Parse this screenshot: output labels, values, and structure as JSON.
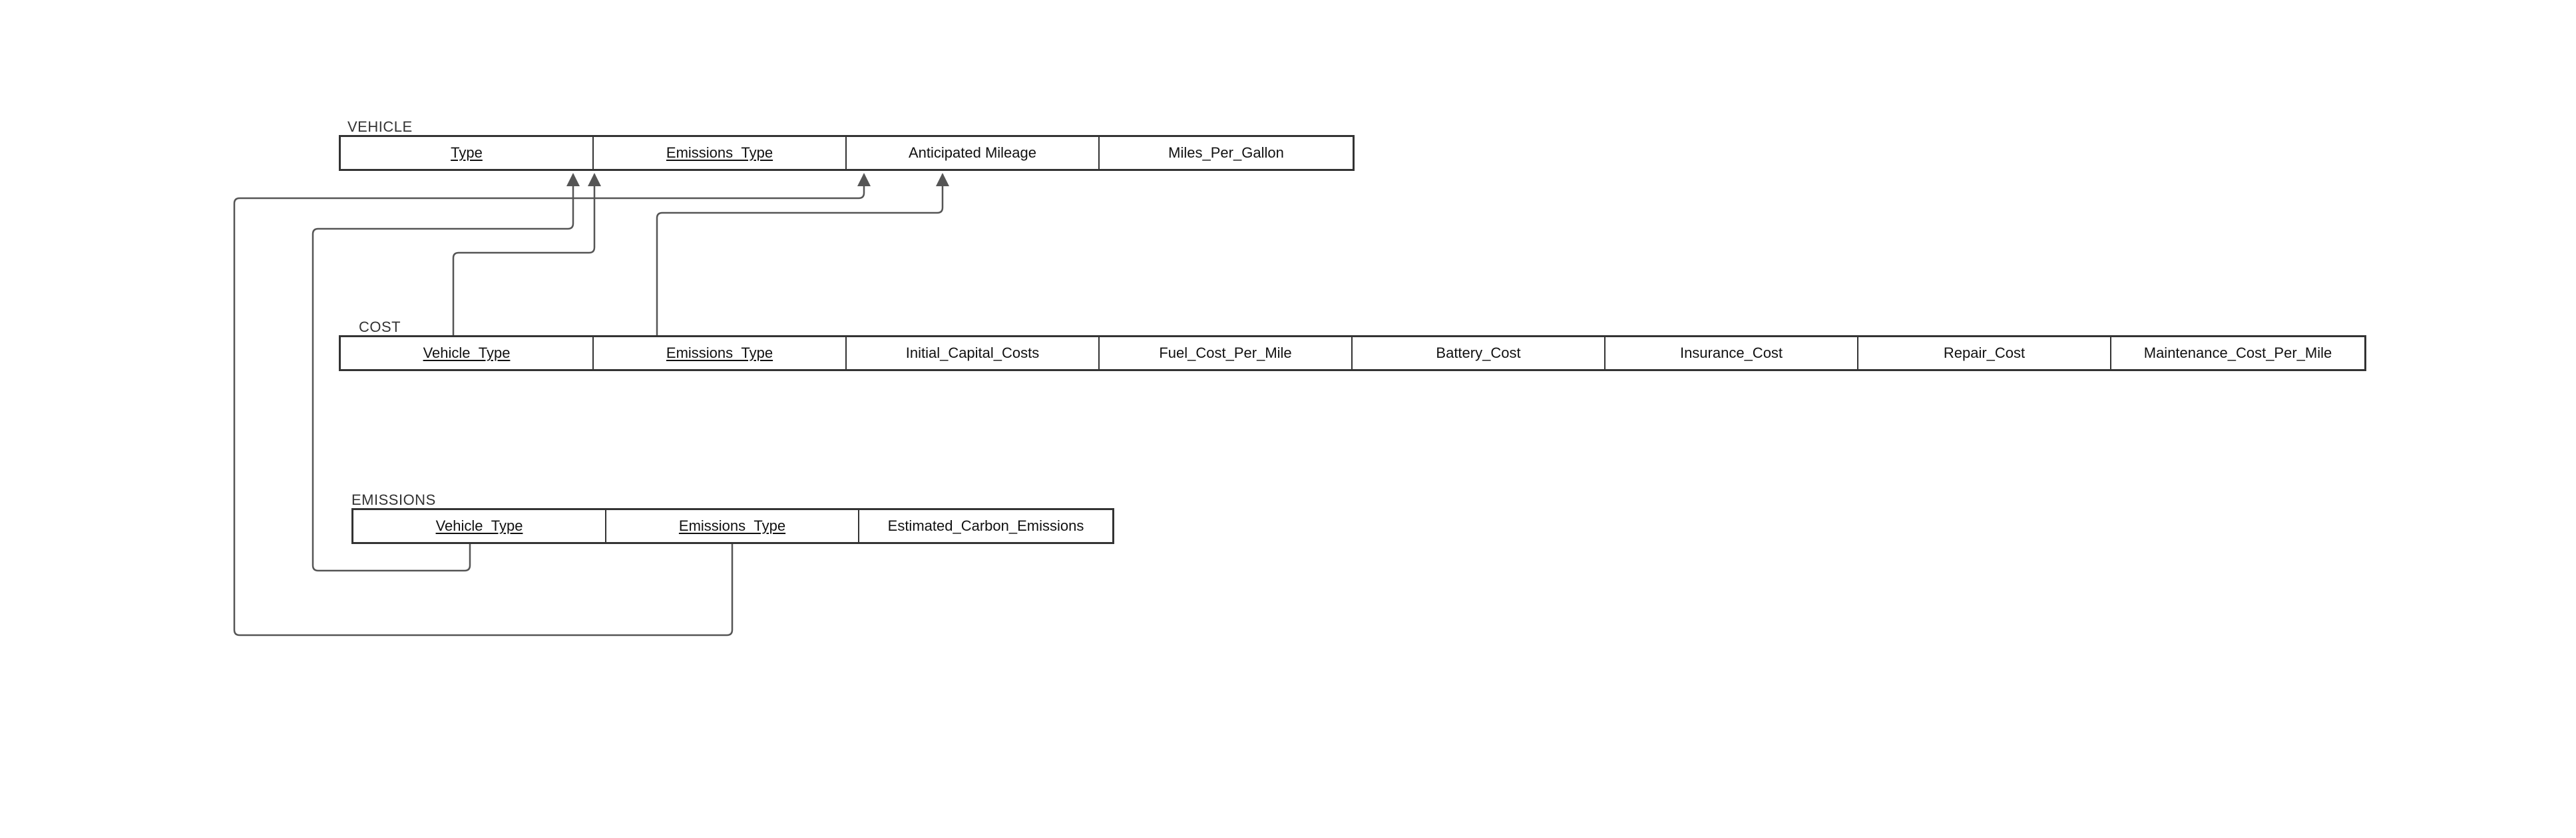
{
  "tables": {
    "vehicle": {
      "title": "VEHICLE",
      "columns": [
        {
          "label": "Type",
          "key": true
        },
        {
          "label": "Emissions_Type",
          "key": true
        },
        {
          "label": "Anticipated Mileage",
          "key": false
        },
        {
          "label": "Miles_Per_Gallon",
          "key": false
        }
      ]
    },
    "cost": {
      "title": "COST",
      "columns": [
        {
          "label": "Vehicle_Type",
          "key": true
        },
        {
          "label": "Emissions_Type",
          "key": true
        },
        {
          "label": "Initial_Capital_Costs",
          "key": false
        },
        {
          "label": "Fuel_Cost_Per_Mile",
          "key": false
        },
        {
          "label": "Battery_Cost",
          "key": false
        },
        {
          "label": "Insurance_Cost",
          "key": false
        },
        {
          "label": "Repair_Cost",
          "key": false
        },
        {
          "label": "Maintenance_Cost_Per_Mile",
          "key": false
        }
      ]
    },
    "emissions": {
      "title": "EMISSIONS",
      "columns": [
        {
          "label": "Vehicle_Type",
          "key": true
        },
        {
          "label": "Emissions_Type",
          "key": true
        },
        {
          "label": "Estimated_Carbon_Emissions",
          "key": false
        }
      ]
    }
  },
  "relationships": [
    {
      "from": "COST.Vehicle_Type",
      "to": "VEHICLE.Emissions_Type"
    },
    {
      "from": "COST.Emissions_Type",
      "to": "VEHICLE.Anticipated Mileage"
    },
    {
      "from": "EMISSIONS.Vehicle_Type",
      "to": "VEHICLE.Type"
    },
    {
      "from": "EMISSIONS.Emissions_Type",
      "to": "VEHICLE.Anticipated Mileage"
    }
  ],
  "colors": {
    "line": "#555555",
    "border": "#333333"
  }
}
